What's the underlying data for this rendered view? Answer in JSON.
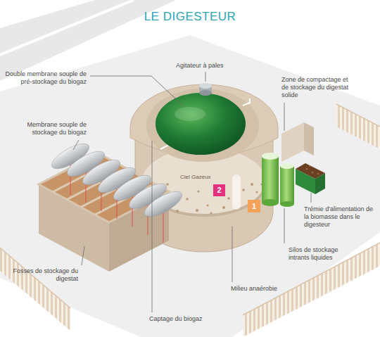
{
  "diagram": {
    "title": "LE DIGESTEUR",
    "nodes": [
      {
        "text": [
          "2"
        ]
      },
      {
        "text": [
          "1"
        ]
      }
    ],
    "labels": [
      "Agitateur à pales",
      "Double membrane souple de pré-stockage du biogaz",
      "Zone de compactage et de stockage du digestat solide",
      "Membrane souple de stockage du biogaz",
      "Ciel Gazeux",
      "Trémie d'alimentation de la biomasse dans le digesteur",
      "Silos de stockage intrants liquides",
      "Fosses de stockage du digestat",
      "Milieu anaérobie",
      "Captage du biogaz"
    ]
  }
}
